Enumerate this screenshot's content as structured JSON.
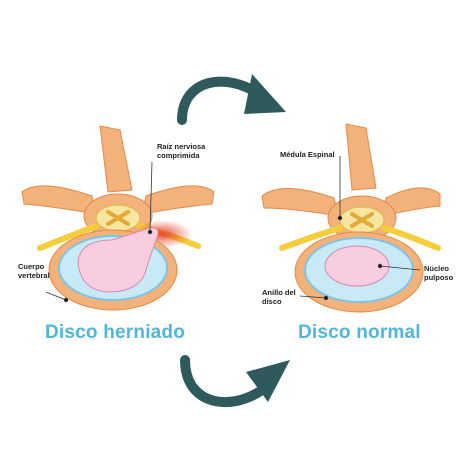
{
  "diagram": {
    "left": {
      "title": "Disco herniado",
      "labels": {
        "root_line1": "Raíz nerviosa",
        "root_line2": "comprimida",
        "body_line1": "Cuerpo",
        "body_line2": "vertebral"
      }
    },
    "right": {
      "title": "Disco normal",
      "labels": {
        "cord": "Médula Espinal",
        "nucleus_line1": "Núcleo",
        "nucleus_line2": "pulposo",
        "ring_line1": "Anillo del",
        "ring_line2": "disco"
      }
    },
    "colors": {
      "bone": "#f2b27a",
      "bone_dark": "#e08a4a",
      "ring": "#c8e9f6",
      "ring_edge": "#7fc4e6",
      "nucleus": "#f9cde0",
      "nerve": "#f3cd3a",
      "inflamed": "#e8452a",
      "arrow": "#2f5a5c",
      "title": "#4fb6e0"
    }
  }
}
